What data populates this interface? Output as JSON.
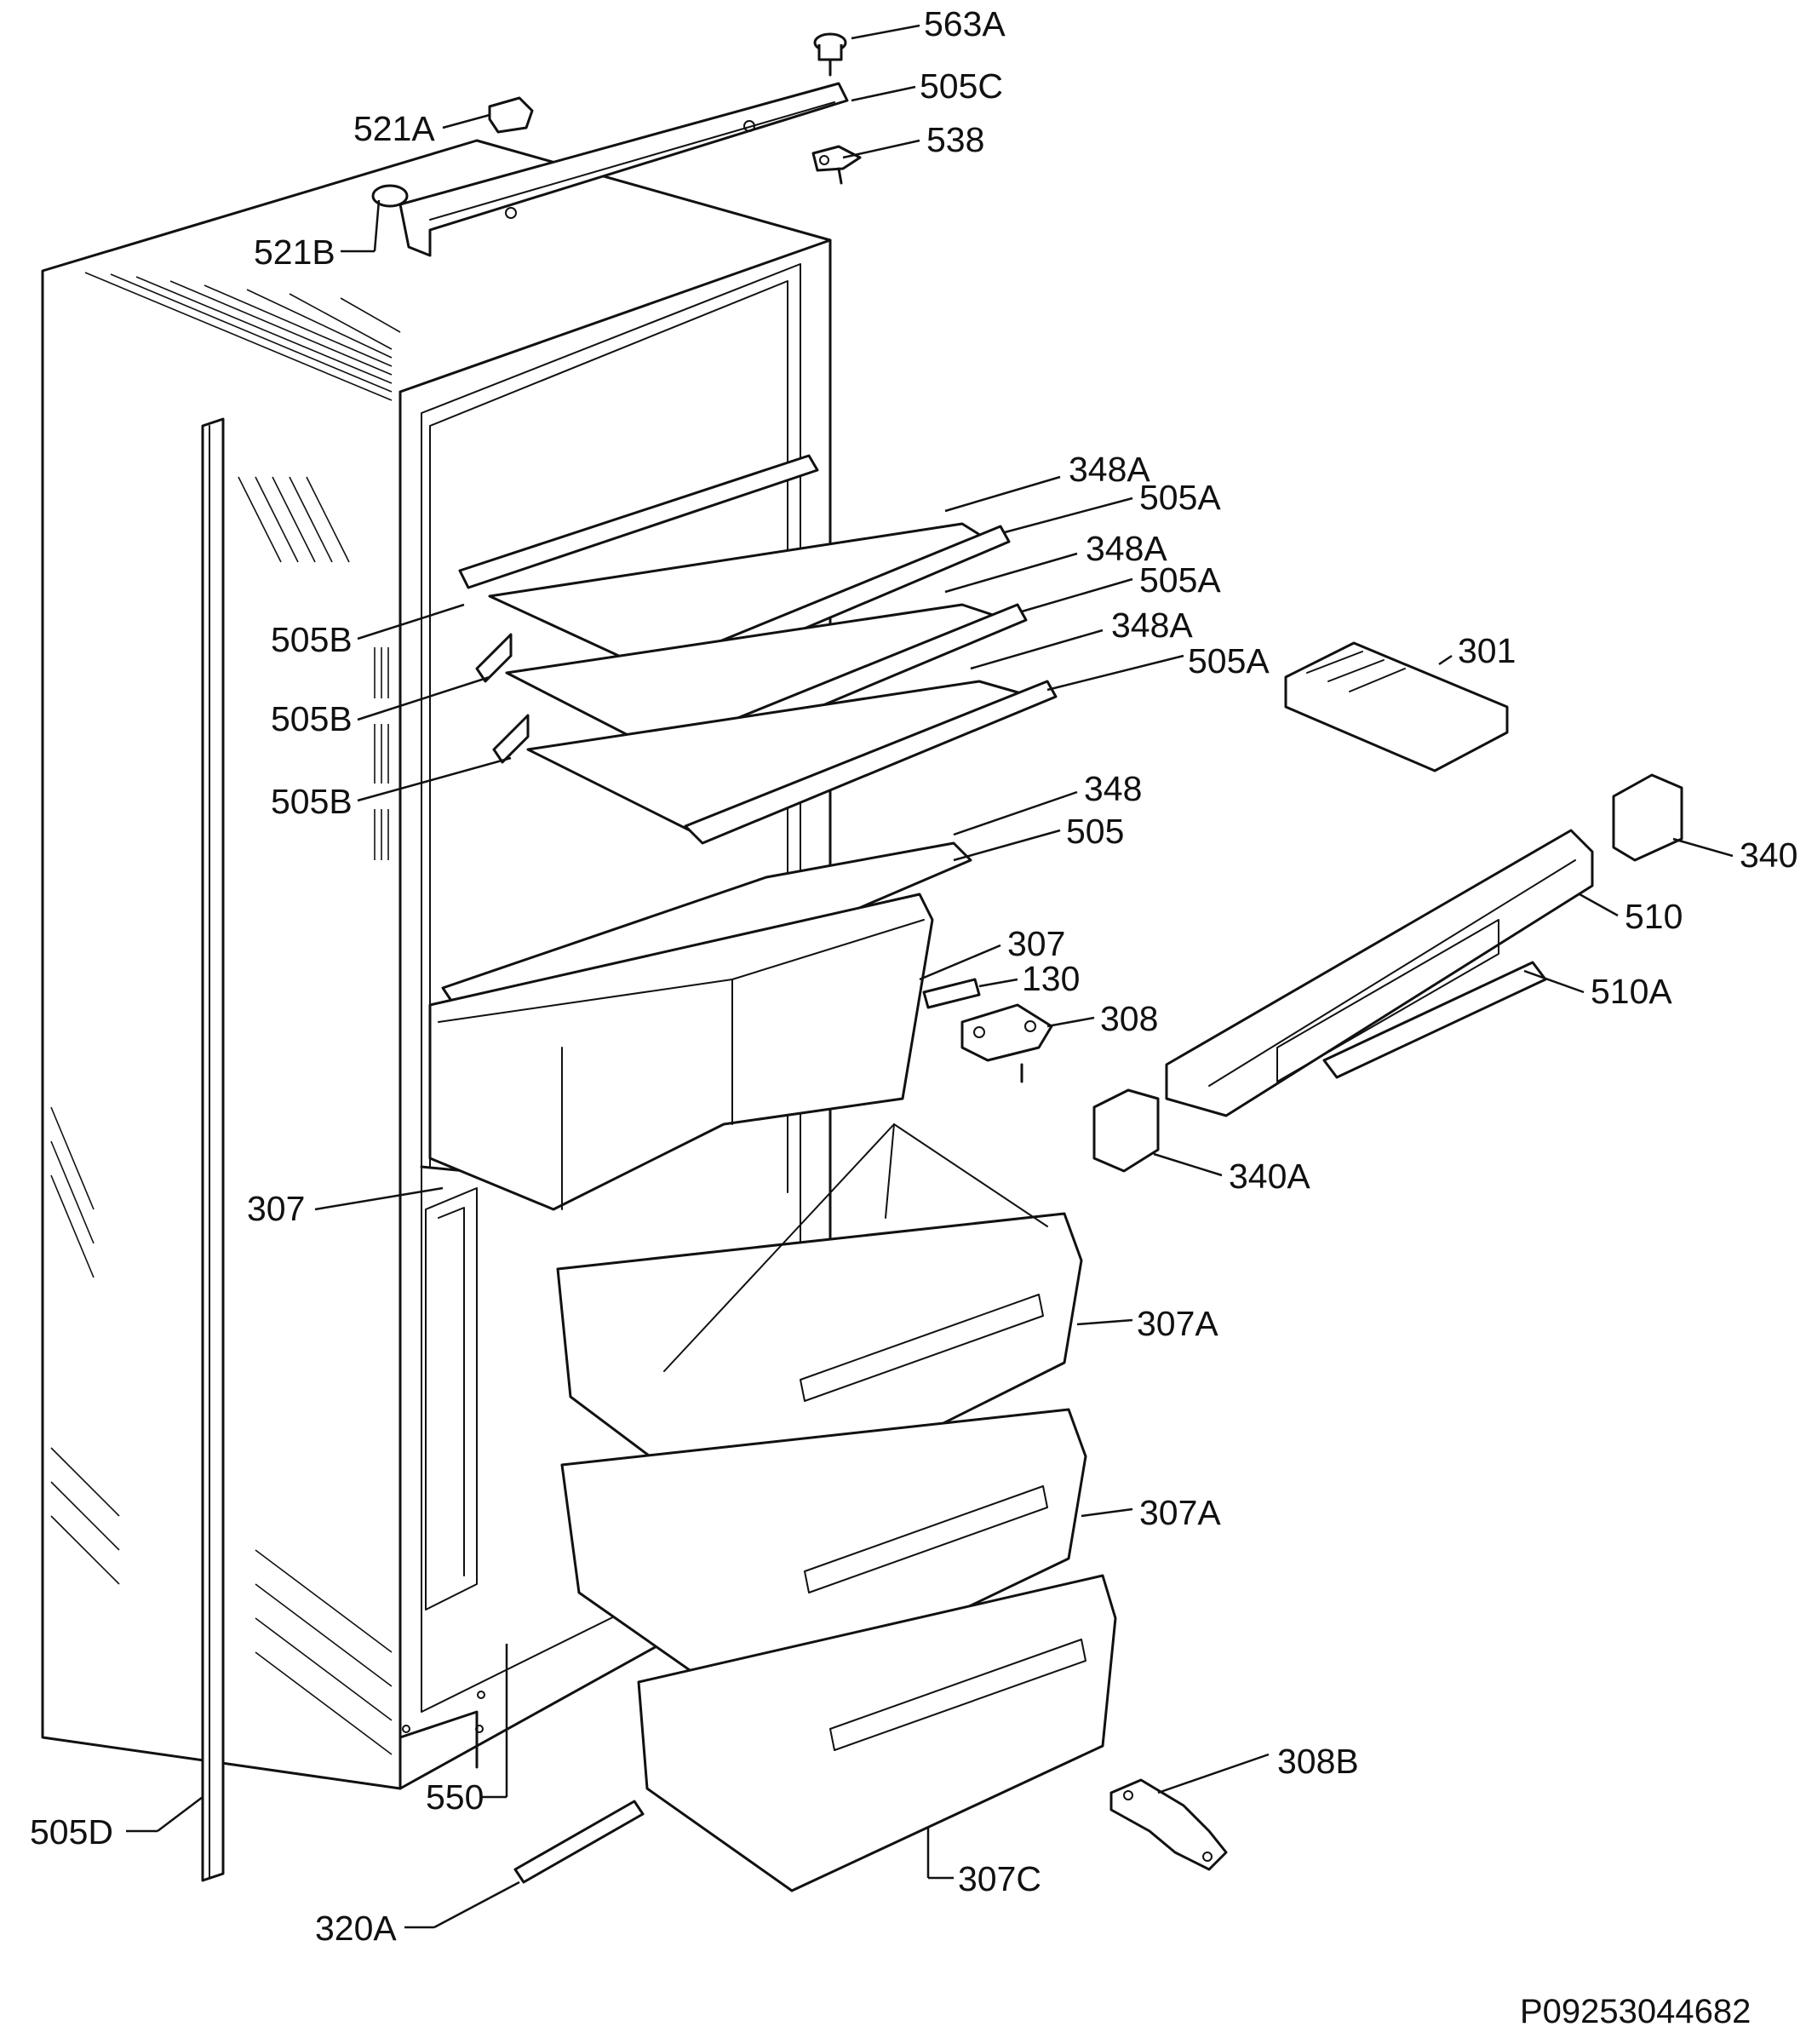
{
  "document_code": "P09253044682",
  "labels": {
    "l563a": "563A",
    "l505c": "505C",
    "l521a": "521A",
    "l538": "538",
    "l521b": "521B",
    "l348a_1": "348A",
    "l505a_1": "505A",
    "l348a_2": "348A",
    "l505a_2": "505A",
    "l348a_3": "348A",
    "l505a_3": "505A",
    "l301": "301",
    "l505b_1": "505B",
    "l505b_2": "505B",
    "l505b_3": "505B",
    "l348": "348",
    "l505": "505",
    "l340": "340",
    "l510": "510",
    "l307_r": "307",
    "l130": "130",
    "l308": "308",
    "l510a": "510A",
    "l340a": "340A",
    "l307_l": "307",
    "l307a_1": "307A",
    "l307a_2": "307A",
    "l308b": "308B",
    "l550": "550",
    "l505d": "505D",
    "l307c": "307C",
    "l320a": "320A"
  }
}
